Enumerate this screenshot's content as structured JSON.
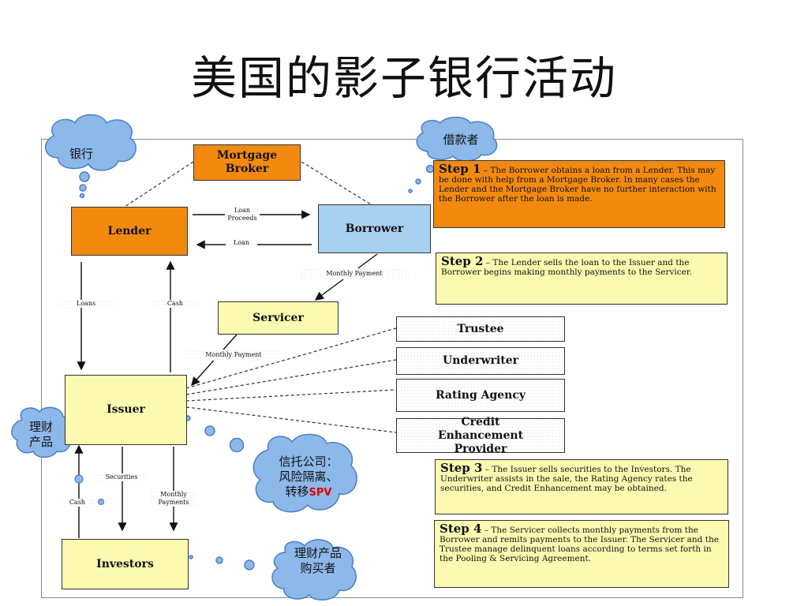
{
  "title": "美国的影子银行活动",
  "boxes": {
    "mortgage_broker": "Mortgage Broker",
    "lender": "Lender",
    "borrower": "Borrower",
    "servicer": "Servicer",
    "issuer": "Issuer",
    "investors": "Investors",
    "trustee": "Trustee",
    "underwriter": "Underwriter",
    "rating_agency": "Rating Agency",
    "credit_enhancement": "Credit Enhancement Provider"
  },
  "labels": {
    "loan_proceeds": "Loan Proceeds",
    "loan": "Loan",
    "monthly_payment_1": "Monthly Payment",
    "loans": "Loans",
    "cash_up": "Cash",
    "monthly_payment_2": "Monthly Payment",
    "securities": "Securities",
    "monthly_payments": "Monthly Payments",
    "cash_down": "Cash"
  },
  "steps": [
    {
      "head": "Step 1",
      "dash": " – ",
      "text": "The Borrower obtains a loan from a Lender.  This may be done with help from a Mortgage Broker.  In many cases the Lender and the Mortgage Broker have no further interaction with the Borrower after the loan is made."
    },
    {
      "head": "Step 2",
      "dash": " – ",
      "text": "The Lender sells the loan to the Issuer and the Borrower begins making monthly payments to the Servicer."
    },
    {
      "head": "Step 3",
      "dash": " – ",
      "text": "The Issuer sells securities to the Investors.  The Underwriter assists in the sale, the Rating Agency rates the securities, and Credit Enhancement may be obtained."
    },
    {
      "head": "Step 4",
      "dash": " – ",
      "text": "The Servicer collects monthly payments from the Borrower and remits payments to the Issuer.  The Servicer and the Trustee manage delinquent loans according to terms set forth in the Pooling & Servicing Agreement."
    }
  ],
  "clouds": {
    "bank": "银行",
    "borrower_cn": "借款者",
    "wealth_product": "理财产品",
    "trust_line1": "信托公司：",
    "trust_line2": "风险隔离、",
    "trust_line3": "转移",
    "trust_spv": "SPV",
    "buyer_line1": "理财产品",
    "buyer_line2": "购买者"
  },
  "colors": {
    "orange": "#f28a10",
    "blue": "#a8d0f0",
    "yellow": "#fbfab0",
    "cloud_fill": "#8db8ea",
    "cloud_stroke": "#4a7fc4"
  }
}
